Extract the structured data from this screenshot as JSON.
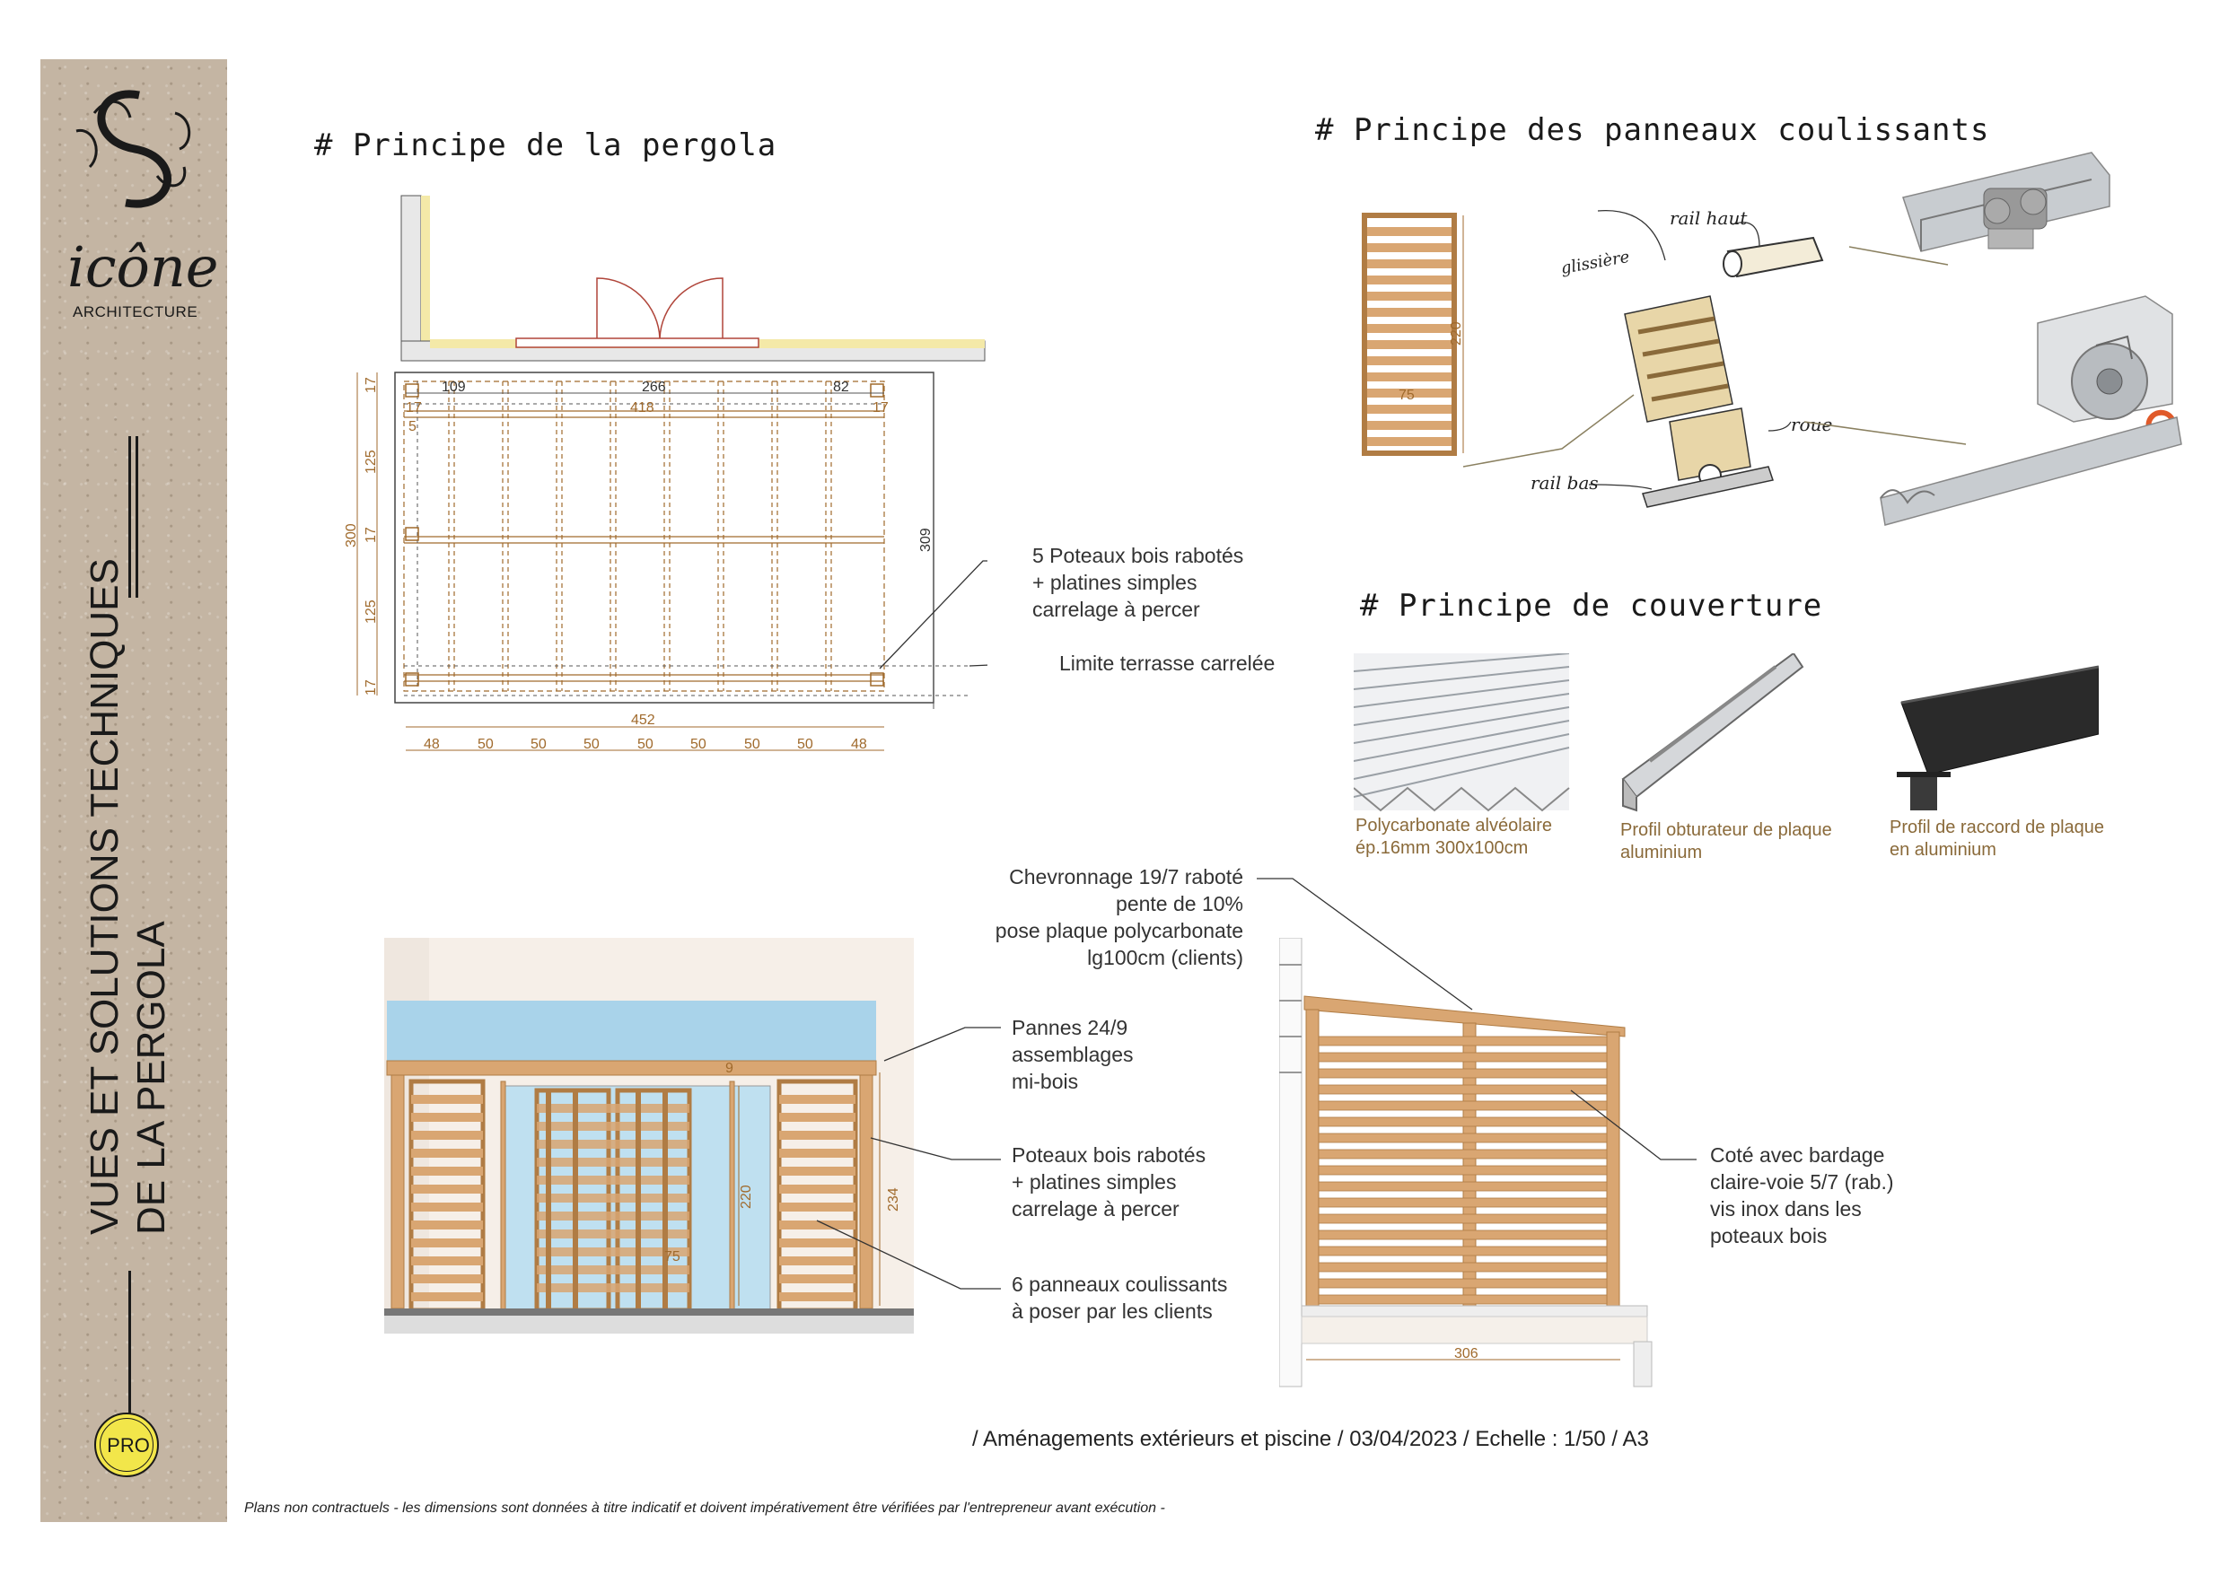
{
  "brand": {
    "name": "icône",
    "subtitle": "ARCHITECTURE",
    "badge": "PRO"
  },
  "sidebar": {
    "title_line1": "VUES ET SOLUTIONS TECHNIQUES",
    "title_line2": "DE LA PERGOLA"
  },
  "sections": {
    "pergola": "# Principe de la pergola",
    "panneaux": "# Principe des panneaux coulissants",
    "couverture": "# Principe de couverture"
  },
  "plan": {
    "top_dims": [
      "109",
      "266",
      "82"
    ],
    "span_418": "418",
    "side_17": "17",
    "small_5": "5",
    "left_dims": [
      "17",
      "125",
      "17",
      "125",
      "17"
    ],
    "left_total": "300",
    "right_total": "309",
    "bottom_total": "452",
    "bottom_dims": [
      "48",
      "50",
      "50",
      "50",
      "50",
      "50",
      "50",
      "50",
      "48"
    ]
  },
  "plan_notes": {
    "poteaux": [
      "5 Poteaux bois rabotés",
      "+ platines simples",
      "carrelage à percer"
    ],
    "limite": "Limite terrasse carrelée"
  },
  "panel_sketch": {
    "height": "220",
    "width": "75",
    "labels": {
      "rail_haut": "rail haut",
      "glissiere": "glissière",
      "roue": "roue",
      "rail_bas": "rail bas"
    }
  },
  "cover_captions": [
    [
      "Polycarbonate alvéolaire",
      "ép.16mm 300x100cm"
    ],
    [
      "Profil obturateur de plaque",
      "aluminium"
    ],
    [
      "Profil de raccord de plaque",
      "en aluminium"
    ]
  ],
  "elevation_notes": {
    "chevronnage": [
      "Chevronnage 19/7 raboté",
      "pente de 10%",
      "pose plaque polycarbonate",
      "lg100cm (clients)"
    ],
    "pannes": [
      "Pannes 24/9",
      "assemblages",
      "mi-bois"
    ],
    "poteaux": [
      "Poteaux bois rabotés",
      "+ platines simples",
      "carrelage à percer"
    ],
    "panneaux": [
      "6 panneaux coulissants",
      "à poser par les clients"
    ],
    "cote": [
      "Coté avec bardage",
      "claire-voie 5/7 (rab.)",
      "vis inox dans les",
      "poteaux bois"
    ]
  },
  "elevation_dims": {
    "panel_h": "220",
    "total_h": "234",
    "panel_w": "75",
    "beam": "9",
    "side_width": "306"
  },
  "footer": "/ Aménagements extérieurs et piscine / 03/04/2023 / Echelle : 1/50 /  A3",
  "disclaimer": "Plans non contractuels - les dimensions sont données à titre indicatif et doivent impérativement être vérifiées par l'entrepreneur avant exécution -",
  "colors": {
    "sidebar": "#c4b5a3",
    "wood": "#d9a672",
    "wood_dark": "#b07c44",
    "dimension": "#a06a2c",
    "glass": "#a9d3ea"
  }
}
